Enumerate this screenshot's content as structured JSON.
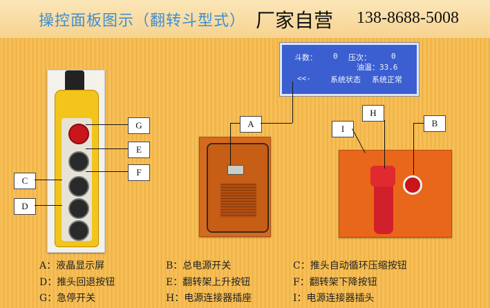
{
  "header": {
    "title": "操控面板图示（翻转斗型式）",
    "vendor": "厂家自营",
    "phone": "138-8688-5008"
  },
  "lcd": {
    "line1_left": "斗数：",
    "line1_val": "0",
    "line1_right": "压次：",
    "line1_val2": "0",
    "line2": "油温：33.6",
    "back": "<<-",
    "status_label": "系统状态",
    "status_value": "系统正常"
  },
  "callouts": {
    "G": "G",
    "E": "E",
    "F": "F",
    "C": "C",
    "D": "D",
    "A": "A",
    "H": "H",
    "I": "I",
    "B": "B"
  },
  "legend": {
    "row1": [
      "A：液晶显示屏",
      "B：总电源开关",
      "C：推头自动循环压缩按钮"
    ],
    "row2": [
      "D：推头回退按钮",
      "E：翻转架上升按钮",
      "F：翻转架下降按钮"
    ],
    "row3": [
      "G：急停开关",
      "H：电源连接器插座",
      "I：电源连接器插头"
    ]
  }
}
